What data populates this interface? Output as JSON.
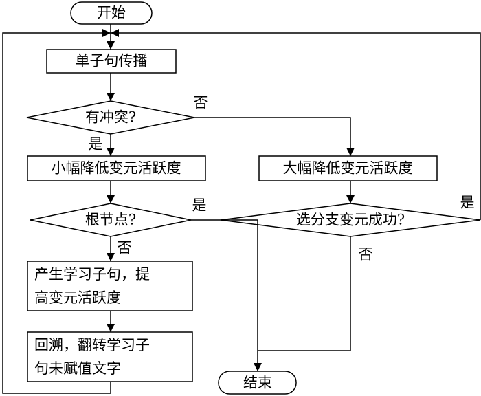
{
  "nodes": {
    "start": "开始",
    "unit_propagation": "单子句传播",
    "conflict": "有冲突?",
    "decay_small": "小幅降低变元活跃度",
    "decay_large": "大幅降低变元活跃度",
    "root": "根节点?",
    "branch": "选分支变元成功?",
    "learn_line1": "产生学习子句，提",
    "learn_line2": "高变元活跃度",
    "backtrack_line1": "回溯，翻转学习子",
    "backtrack_line2": "句未赋值文字",
    "end": "结束"
  },
  "edges": {
    "conflict_yes": "是",
    "conflict_no": "否",
    "root_yes": "是",
    "root_no": "否",
    "branch_yes": "是",
    "branch_no": "否"
  }
}
